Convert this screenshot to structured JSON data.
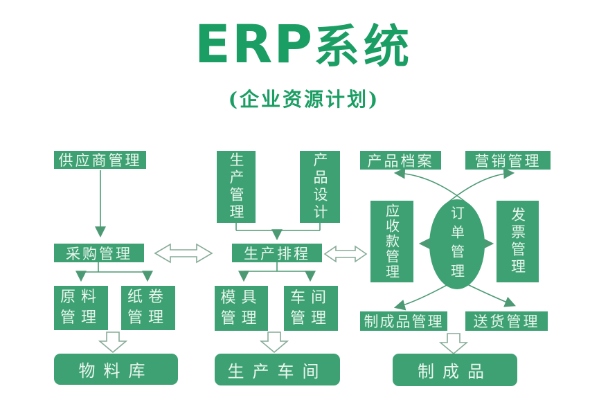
{
  "title": {
    "en": "ERP",
    "cn": "系统",
    "subtitle": "(企业资源计划)"
  },
  "nodes": {
    "supplier": "供应商管理",
    "purchasing": "采购管理",
    "raw_material": "原料管理",
    "paper_roll": "纸卷管理",
    "material_warehouse": "物料库",
    "production_mgmt": "生产管理",
    "product_design": "产品设计",
    "production_scheduling": "生产排程",
    "mold_mgmt": "模具管理",
    "workshop_mgmt": "车间管理",
    "production_workshop": "生产车间",
    "product_archive": "产品档案",
    "marketing_mgmt": "营销管理",
    "accounts_receivable": "应收款管理",
    "order_mgmt": "订单管理",
    "invoice_mgmt": "发票管理",
    "finished_product_mgmt": "制成品管理",
    "delivery_mgmt": "送货管理",
    "finished_products": "制成品"
  },
  "colors": {
    "box_green": "#3ea173",
    "title_green": "#1b9e63",
    "connector_green": "#4b9a74",
    "hollow_outline": "#86ab97",
    "node_text": "#eaf6ee",
    "background": "#ffffff"
  }
}
